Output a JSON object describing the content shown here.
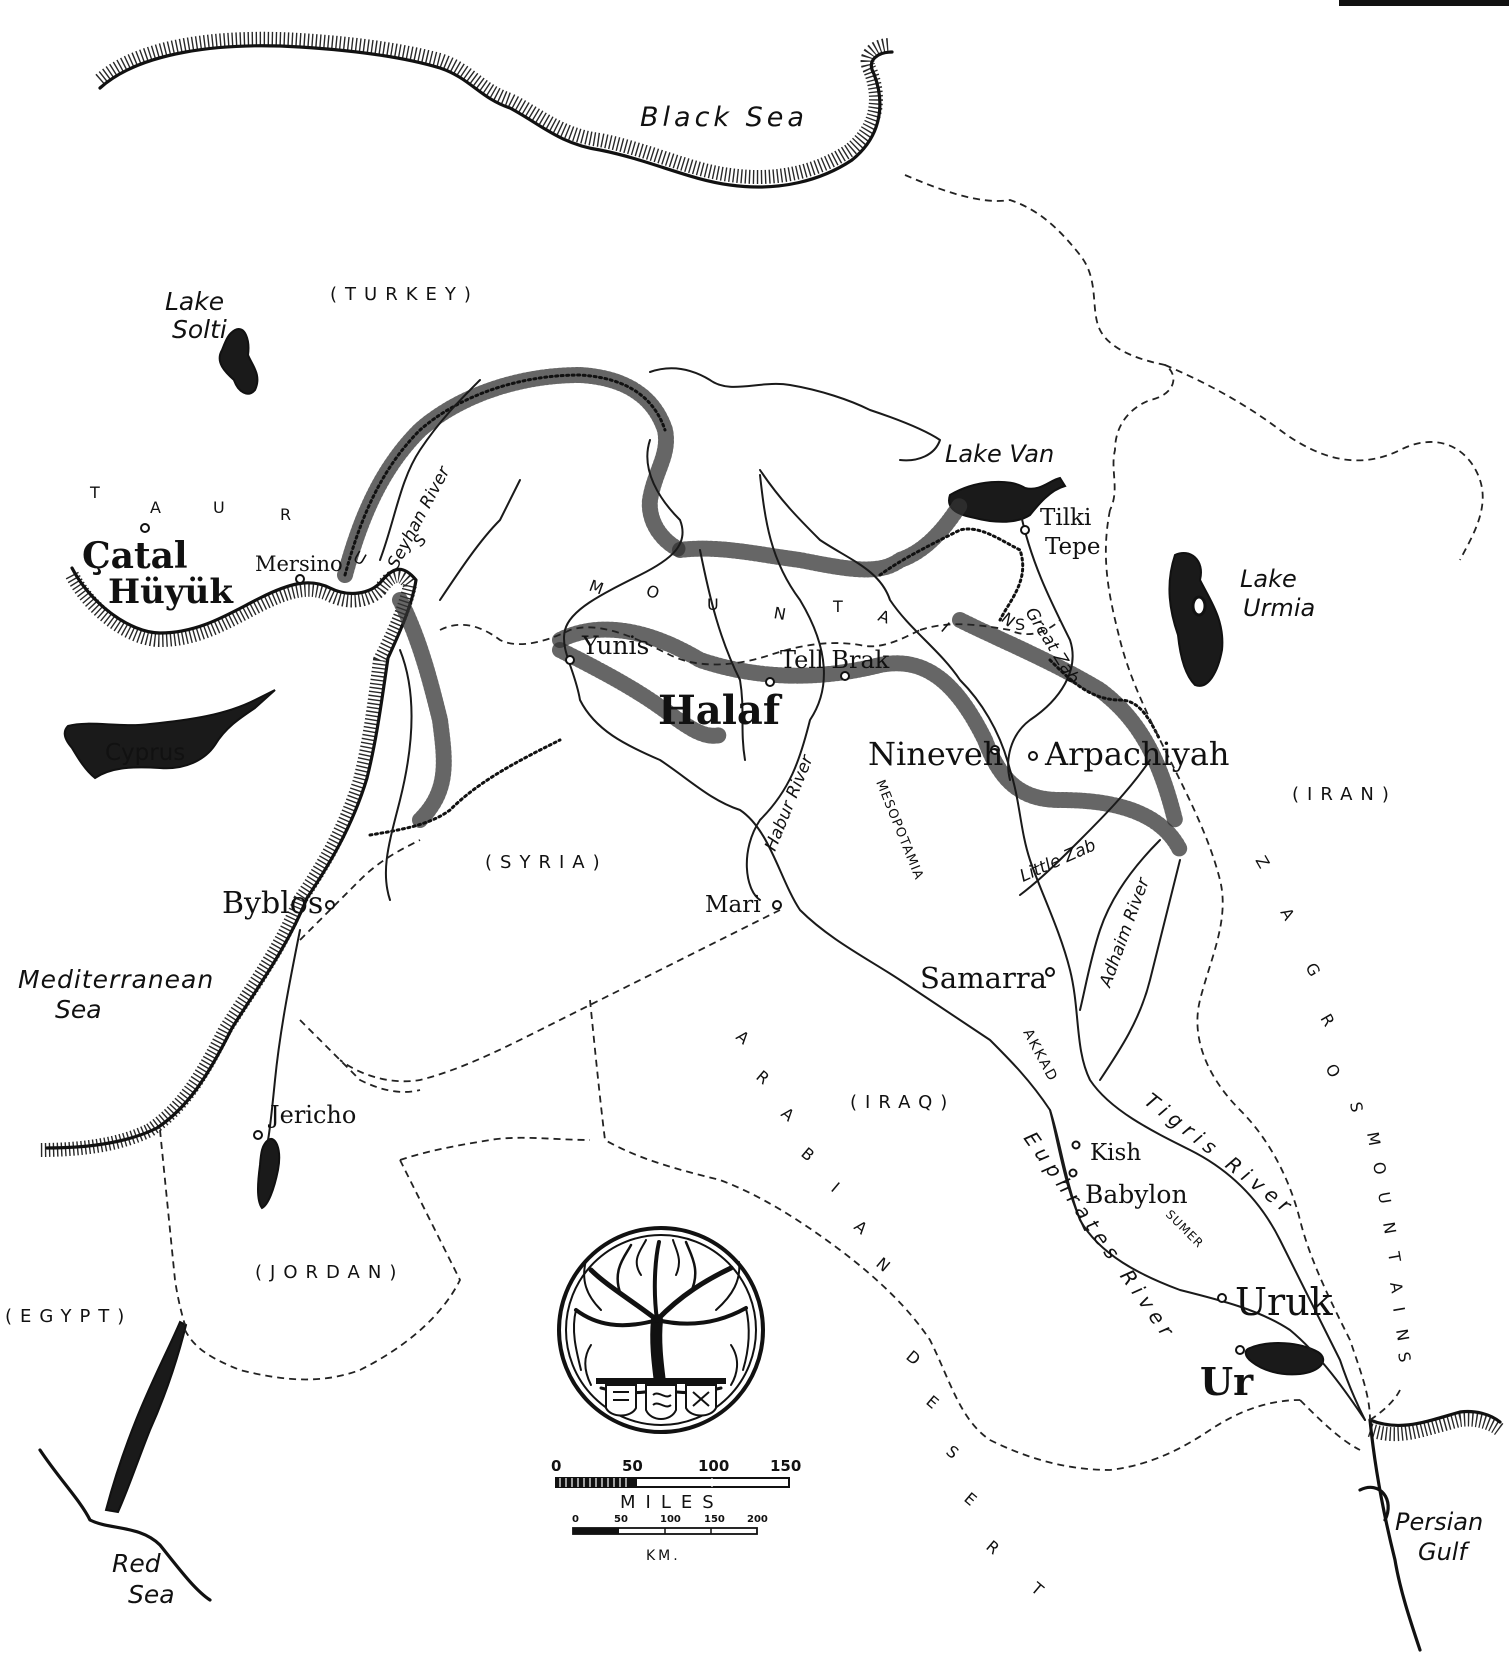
{
  "seas": {
    "black_sea": "Black Sea",
    "mediterranean_line1": "Mediterranean",
    "mediterranean_line2": "Sea",
    "red_sea_line1": "Red",
    "red_sea_line2": "Sea",
    "persian_gulf_line1": "Persian",
    "persian_gulf_line2": "Gulf"
  },
  "lakes": {
    "solti_line1": "Lake",
    "solti_line2": "Solti",
    "van": "Lake Van",
    "urmia_line1": "Lake",
    "urmia_line2": "Urmia"
  },
  "islands": {
    "cyprus": "Cyprus"
  },
  "countries": {
    "turkey": "(TURKEY)",
    "syria": "(SYRIA)",
    "iraq": "(IRAQ)",
    "iran": "(IRAN)",
    "jordan": "(JORDAN)",
    "egypt": "(EGYPT)"
  },
  "regions": {
    "mesopotamia": "MESOPOTAMIA",
    "akkad": "AKKAD",
    "sumer": "SUMER"
  },
  "spaced_labels": {
    "taurus": [
      "T",
      "A",
      "U",
      "R",
      "U",
      "S"
    ],
    "mountains_north": [
      "M",
      "O",
      "U",
      "N",
      "T",
      "A",
      "I",
      "N",
      "S"
    ],
    "zagros": [
      "Z",
      "A",
      "G",
      "R",
      "O",
      "S",
      "M",
      "O",
      "U",
      "N",
      "T",
      "A",
      "I",
      "N",
      "S"
    ],
    "arabian_desert": [
      "A",
      "R",
      "A",
      "B",
      "I",
      "A",
      "N",
      "D",
      "E",
      "S",
      "E",
      "R",
      "T"
    ]
  },
  "rivers": {
    "seyhan": "Seyhan River",
    "habur": "Habur River",
    "great_zab": "Great Zab",
    "little_zab": "Little Zab",
    "adhaim": "Adhaim River",
    "tigris": "Tigris River",
    "euphrates": "Euphrates River"
  },
  "sites": {
    "catal_line1": "Çatal",
    "catal_line2": "Hüyük",
    "mersino": "Mersino",
    "yunis": "Yunis",
    "halaf": "Halaf",
    "tell_brak": "Tell Brak",
    "tilki_line1": "Tilki",
    "tilki_line2": "Tepe",
    "nineveh": "Nineveh",
    "arpachiyah": "Arpachiyah",
    "byblos": "Byblos",
    "mari": "Mari",
    "samarra": "Samarra",
    "jericho": "Jericho",
    "kish": "Kish",
    "babylon": "Babylon",
    "uruk": "Uruk",
    "ur": "Ur"
  },
  "scale": {
    "miles_ticks": [
      "0",
      "50",
      "100",
      "150"
    ],
    "miles_label": "MILES",
    "km_ticks": [
      "0",
      "50",
      "100",
      "150",
      "200"
    ],
    "km_label": "KM."
  },
  "emblem": {
    "icon": "tree-of-life-emblem-icon"
  }
}
